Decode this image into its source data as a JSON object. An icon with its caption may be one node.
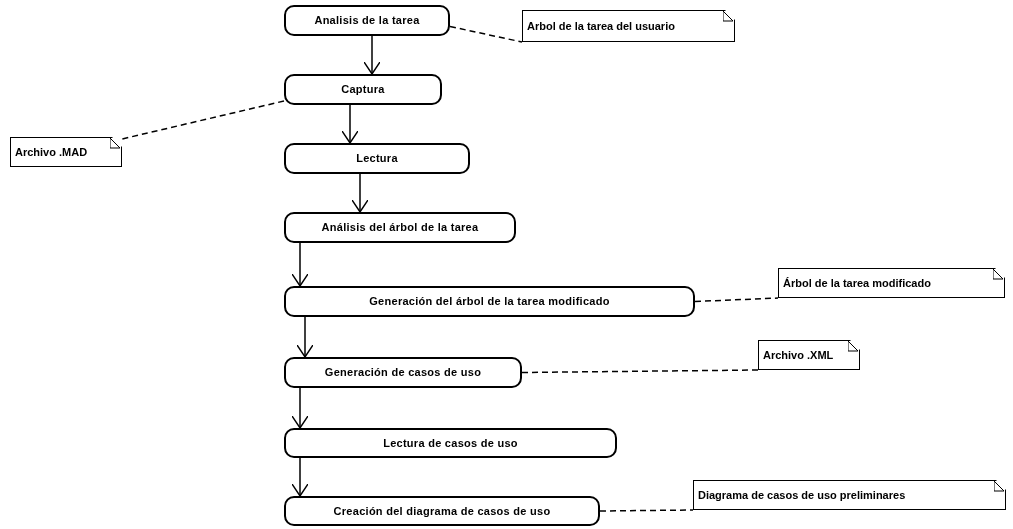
{
  "diagram": {
    "nodes": [
      {
        "text": [
          "Analisis de la tarea"
        ]
      },
      {
        "text": [
          "Captura"
        ]
      },
      {
        "text": [
          "Lectura"
        ]
      },
      {
        "text": [
          "Análisis del árbol de la tarea"
        ]
      },
      {
        "text": [
          "Generación del árbol de la tarea modificado"
        ]
      },
      {
        "text": [
          "Generación de casos de uso"
        ]
      },
      {
        "text": [
          "Lectura de casos de uso"
        ]
      },
      {
        "text": [
          "Creación del diagrama de casos de uso"
        ]
      },
      {
        "text": [
          "Arbol de la tarea del usuario"
        ]
      },
      {
        "text": [
          "Archivo .MAD"
        ]
      },
      {
        "text": [
          "Árbol de la tarea modificado"
        ]
      },
      {
        "text": [
          "Archivo .XML"
        ]
      },
      {
        "text": [
          "Diagrama de casos de uso preliminares"
        ]
      }
    ],
    "edges": [
      {
        "from": 0,
        "to": 1,
        "arrow": "to"
      },
      {
        "from": 1,
        "to": 2,
        "arrow": "to"
      },
      {
        "from": 2,
        "to": 3,
        "arrow": "to"
      },
      {
        "from": 3,
        "to": 4,
        "arrow": "to"
      },
      {
        "from": 4,
        "to": 5,
        "arrow": "to"
      },
      {
        "from": 5,
        "to": 6,
        "arrow": "to"
      },
      {
        "from": 6,
        "to": 7,
        "arrow": "to"
      },
      {
        "from": 0,
        "to": 8,
        "arrow": "none",
        "style": "dashed"
      },
      {
        "from": 1,
        "to": 9,
        "arrow": "none",
        "style": "dashed"
      },
      {
        "from": 4,
        "to": 10,
        "arrow": "none",
        "style": "dashed"
      },
      {
        "from": 5,
        "to": 11,
        "arrow": "none",
        "style": "dashed"
      },
      {
        "from": 7,
        "to": 12,
        "arrow": "none",
        "style": "dashed"
      }
    ]
  }
}
